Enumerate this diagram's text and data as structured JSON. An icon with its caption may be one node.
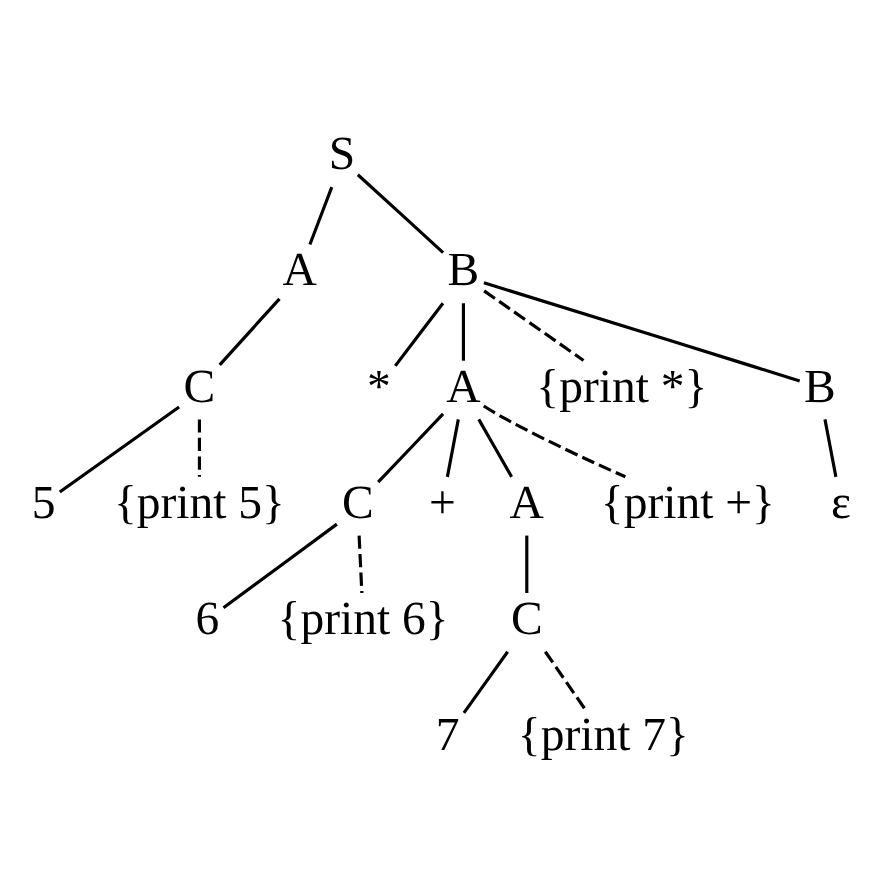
{
  "diagram": {
    "nodes": [
      {
        "text": [
          "S"
        ]
      },
      {
        "text": [
          "A"
        ]
      },
      {
        "text": [
          "B"
        ]
      },
      {
        "text": [
          "C"
        ]
      },
      {
        "text": [
          "5"
        ]
      },
      {
        "text": [
          "{print 5}"
        ]
      },
      {
        "text": [
          "*"
        ]
      },
      {
        "text": [
          "A"
        ]
      },
      {
        "text": [
          "{print *}"
        ]
      },
      {
        "text": [
          "B"
        ]
      },
      {
        "text": [
          "ε"
        ]
      },
      {
        "text": [
          "C"
        ]
      },
      {
        "text": [
          "+"
        ]
      },
      {
        "text": [
          "A"
        ]
      },
      {
        "text": [
          "{print +}"
        ]
      },
      {
        "text": [
          "6"
        ]
      },
      {
        "text": [
          "{print 6}"
        ]
      },
      {
        "text": [
          "C"
        ]
      },
      {
        "text": [
          "7"
        ]
      },
      {
        "text": [
          "{print 7}"
        ]
      }
    ],
    "edges": [
      {
        "from": 0,
        "to": 1,
        "arrow": "none"
      },
      {
        "from": 0,
        "to": 2,
        "arrow": "none"
      },
      {
        "from": 1,
        "to": 3,
        "arrow": "none"
      },
      {
        "from": 3,
        "to": 4,
        "arrow": "none"
      },
      {
        "from": 3,
        "to": 5,
        "arrow": "none",
        "style": "dashed"
      },
      {
        "from": 2,
        "to": 6,
        "arrow": "none"
      },
      {
        "from": 2,
        "to": 7,
        "arrow": "none"
      },
      {
        "from": 2,
        "to": 8,
        "arrow": "none",
        "style": "dashed"
      },
      {
        "from": 2,
        "to": 9,
        "arrow": "none"
      },
      {
        "from": 9,
        "to": 10,
        "arrow": "none"
      },
      {
        "from": 7,
        "to": 11,
        "arrow": "none"
      },
      {
        "from": 7,
        "to": 12,
        "arrow": "none"
      },
      {
        "from": 7,
        "to": 13,
        "arrow": "none"
      },
      {
        "from": 7,
        "to": 14,
        "arrow": "none",
        "style": "dashed"
      },
      {
        "from": 11,
        "to": 15,
        "arrow": "none"
      },
      {
        "from": 11,
        "to": 16,
        "arrow": "none",
        "style": "dashed"
      },
      {
        "from": 13,
        "to": 17,
        "arrow": "none"
      },
      {
        "from": 17,
        "to": 18,
        "arrow": "none"
      },
      {
        "from": 17,
        "to": 19,
        "arrow": "none",
        "style": "dashed"
      }
    ]
  }
}
